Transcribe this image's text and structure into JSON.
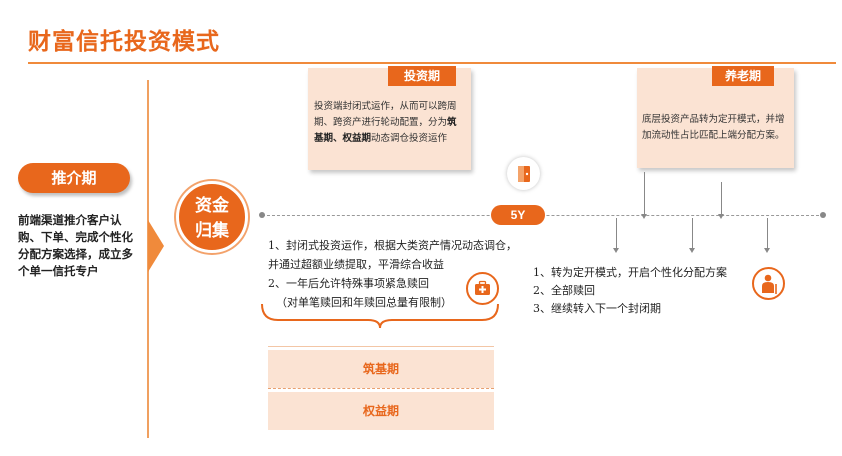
{
  "title": "财富信托投资模式",
  "left": {
    "pill": "推介期",
    "text": "前端渠道推介客户认购、下单、完成个性化分配方案选择，成立多个单一信托专户"
  },
  "zijin": {
    "line1": "资金",
    "line2": "归集"
  },
  "invest_box": {
    "label": "投资期",
    "text_1": "投资端封闭式运作，从而可以跨周期、跨资产进行轮动配置，分为",
    "bold_1": "筑基期",
    "sep": "、",
    "bold_2": "权益期",
    "text_2": "动态调仓投资运作"
  },
  "pension_box": {
    "label": "养老期",
    "text": "底层投资产品转为定开模式，并增加流动性占比匹配上端分配方案。"
  },
  "timeline_badge": "5Y",
  "invest_list": [
    "1、封闭式投资运作，根据大类资产情况动态调仓，并通过超额业绩提取，平滑综合收益",
    "2、一年后允许特殊事项紧急赎回",
    "（对单笔赎回和年赎回总量有限制）"
  ],
  "pension_list": [
    "1、转为定开模式，开启个性化分配方案",
    "2、全部赎回",
    "3、继续转入下一个封闭期"
  ],
  "phases": [
    "筑基期",
    "权益期"
  ],
  "colors": {
    "accent": "#e8671c",
    "box_fill": "#fbe3d3"
  },
  "icons": [
    "door-icon",
    "medical-kit-icon",
    "elderly-person-icon"
  ]
}
